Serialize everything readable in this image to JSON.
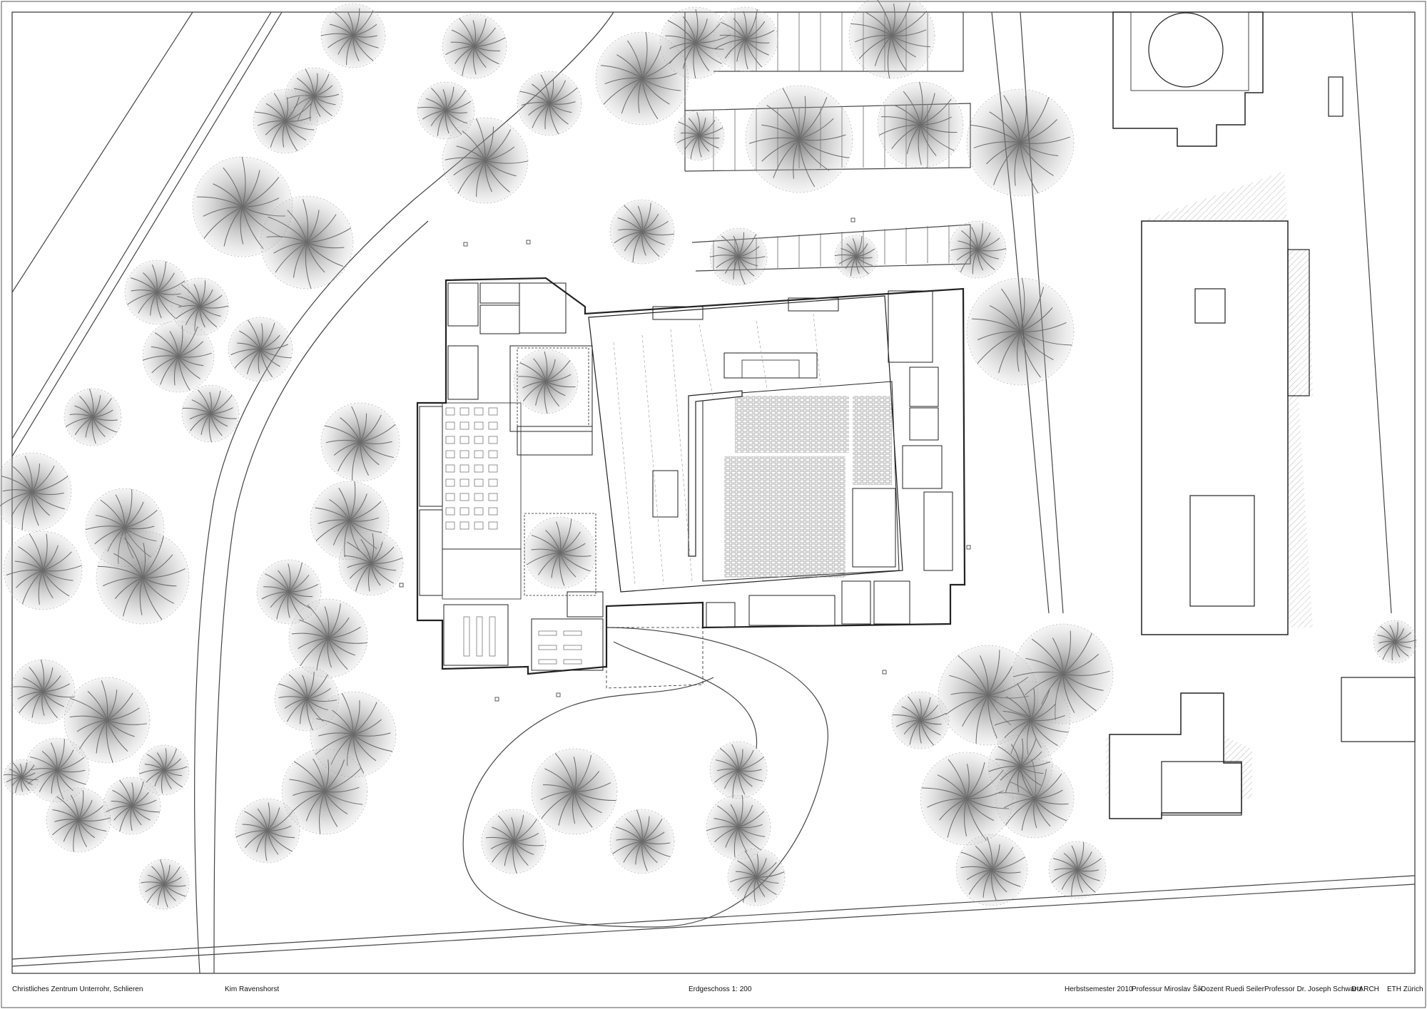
{
  "plan": {
    "title": "Erdgeschoss 1: 200"
  },
  "footer": {
    "project": "Christliches Zentrum Unterrohr, Schlieren",
    "author": "Kim Ravenshorst",
    "drawing": "Erdgeschoss 1: 200",
    "semester": "Herbstsemester 2010",
    "professor": "Professur Miroslav Šik",
    "lecturer": "Dozent Ruedi Seiler",
    "professor2": "Professor Dr. Joseph Schwartz",
    "department": "D-ARCH",
    "school": "ETH Zürich"
  },
  "colors": {
    "line": "#333333",
    "tree": "#6a6a6a",
    "shadow": "#d4d4d4"
  }
}
